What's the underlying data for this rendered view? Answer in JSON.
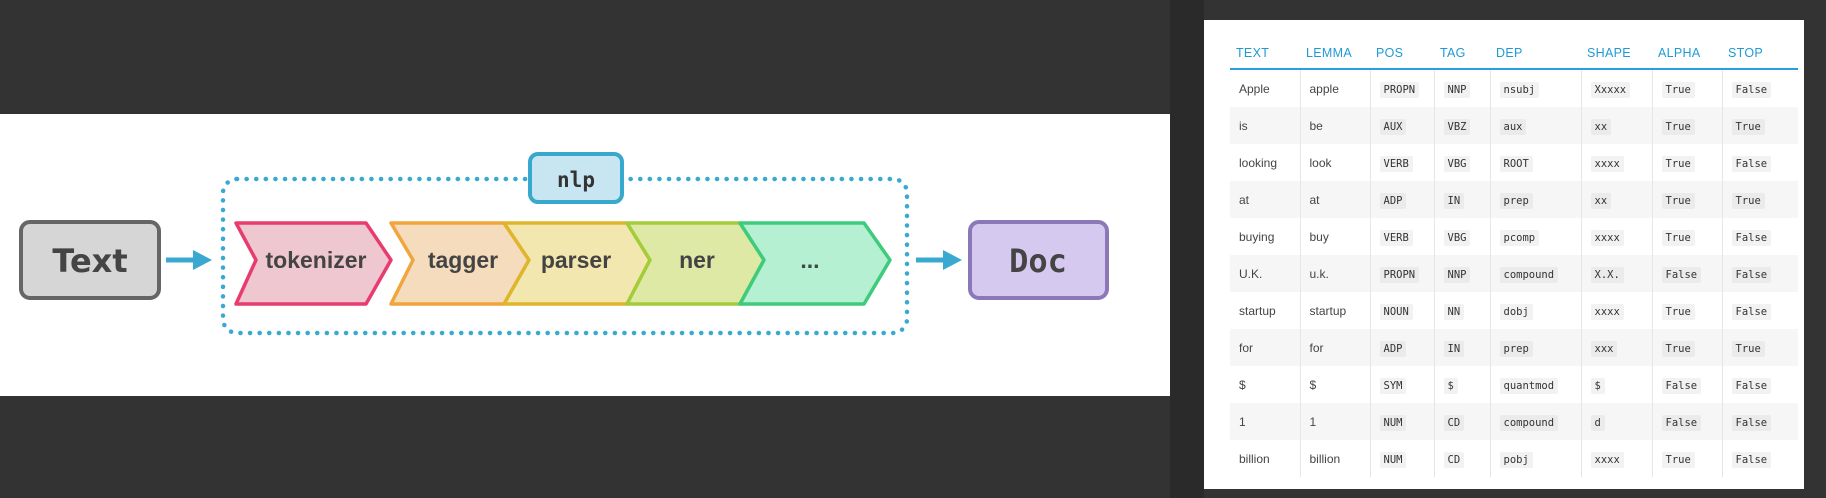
{
  "pipeline": {
    "input_label": "Text",
    "output_label": "Doc",
    "container_label": "nlp",
    "components": [
      "tokenizer",
      "tagger",
      "parser",
      "ner",
      "..."
    ]
  },
  "colors": {
    "input_fill": "#d6d6d6",
    "input_stroke": "#666666",
    "output_fill": "#d5c9f0",
    "output_stroke": "#8a78b8",
    "arrow": "#3aa9d1",
    "dotted": "#3aa9d1",
    "nlp_fill": "#c8e6f2",
    "nlp_stroke": "#38a8cc",
    "tokenizer_fill": "#efc7d0",
    "tokenizer_stroke": "#e83c6e",
    "tagger_fill": "#f5dcbd",
    "tagger_stroke": "#f0a63c",
    "parser_fill": "#f2e7ae",
    "parser_stroke": "#e0b52e",
    "ner_fill": "#dfe9a6",
    "ner_stroke": "#a3cc3a",
    "more_fill": "#b6f0d3",
    "more_stroke": "#3ecb7c",
    "table_header": "#1f9ad6"
  },
  "table": {
    "headers": [
      "TEXT",
      "LEMMA",
      "POS",
      "TAG",
      "DEP",
      "SHAPE",
      "ALPHA",
      "STOP"
    ],
    "rows": [
      [
        "Apple",
        "apple",
        "PROPN",
        "NNP",
        "nsubj",
        "Xxxxx",
        "True",
        "False"
      ],
      [
        "is",
        "be",
        "AUX",
        "VBZ",
        "aux",
        "xx",
        "True",
        "True"
      ],
      [
        "looking",
        "look",
        "VERB",
        "VBG",
        "ROOT",
        "xxxx",
        "True",
        "False"
      ],
      [
        "at",
        "at",
        "ADP",
        "IN",
        "prep",
        "xx",
        "True",
        "True"
      ],
      [
        "buying",
        "buy",
        "VERB",
        "VBG",
        "pcomp",
        "xxxx",
        "True",
        "False"
      ],
      [
        "U.K.",
        "u.k.",
        "PROPN",
        "NNP",
        "compound",
        "X.X.",
        "False",
        "False"
      ],
      [
        "startup",
        "startup",
        "NOUN",
        "NN",
        "dobj",
        "xxxx",
        "True",
        "False"
      ],
      [
        "for",
        "for",
        "ADP",
        "IN",
        "prep",
        "xxx",
        "True",
        "True"
      ],
      [
        "$",
        "$",
        "SYM",
        "$",
        "quantmod",
        "$",
        "False",
        "False"
      ],
      [
        "1",
        "1",
        "NUM",
        "CD",
        "compound",
        "d",
        "False",
        "False"
      ],
      [
        "billion",
        "billion",
        "NUM",
        "CD",
        "pobj",
        "xxxx",
        "True",
        "False"
      ]
    ]
  }
}
